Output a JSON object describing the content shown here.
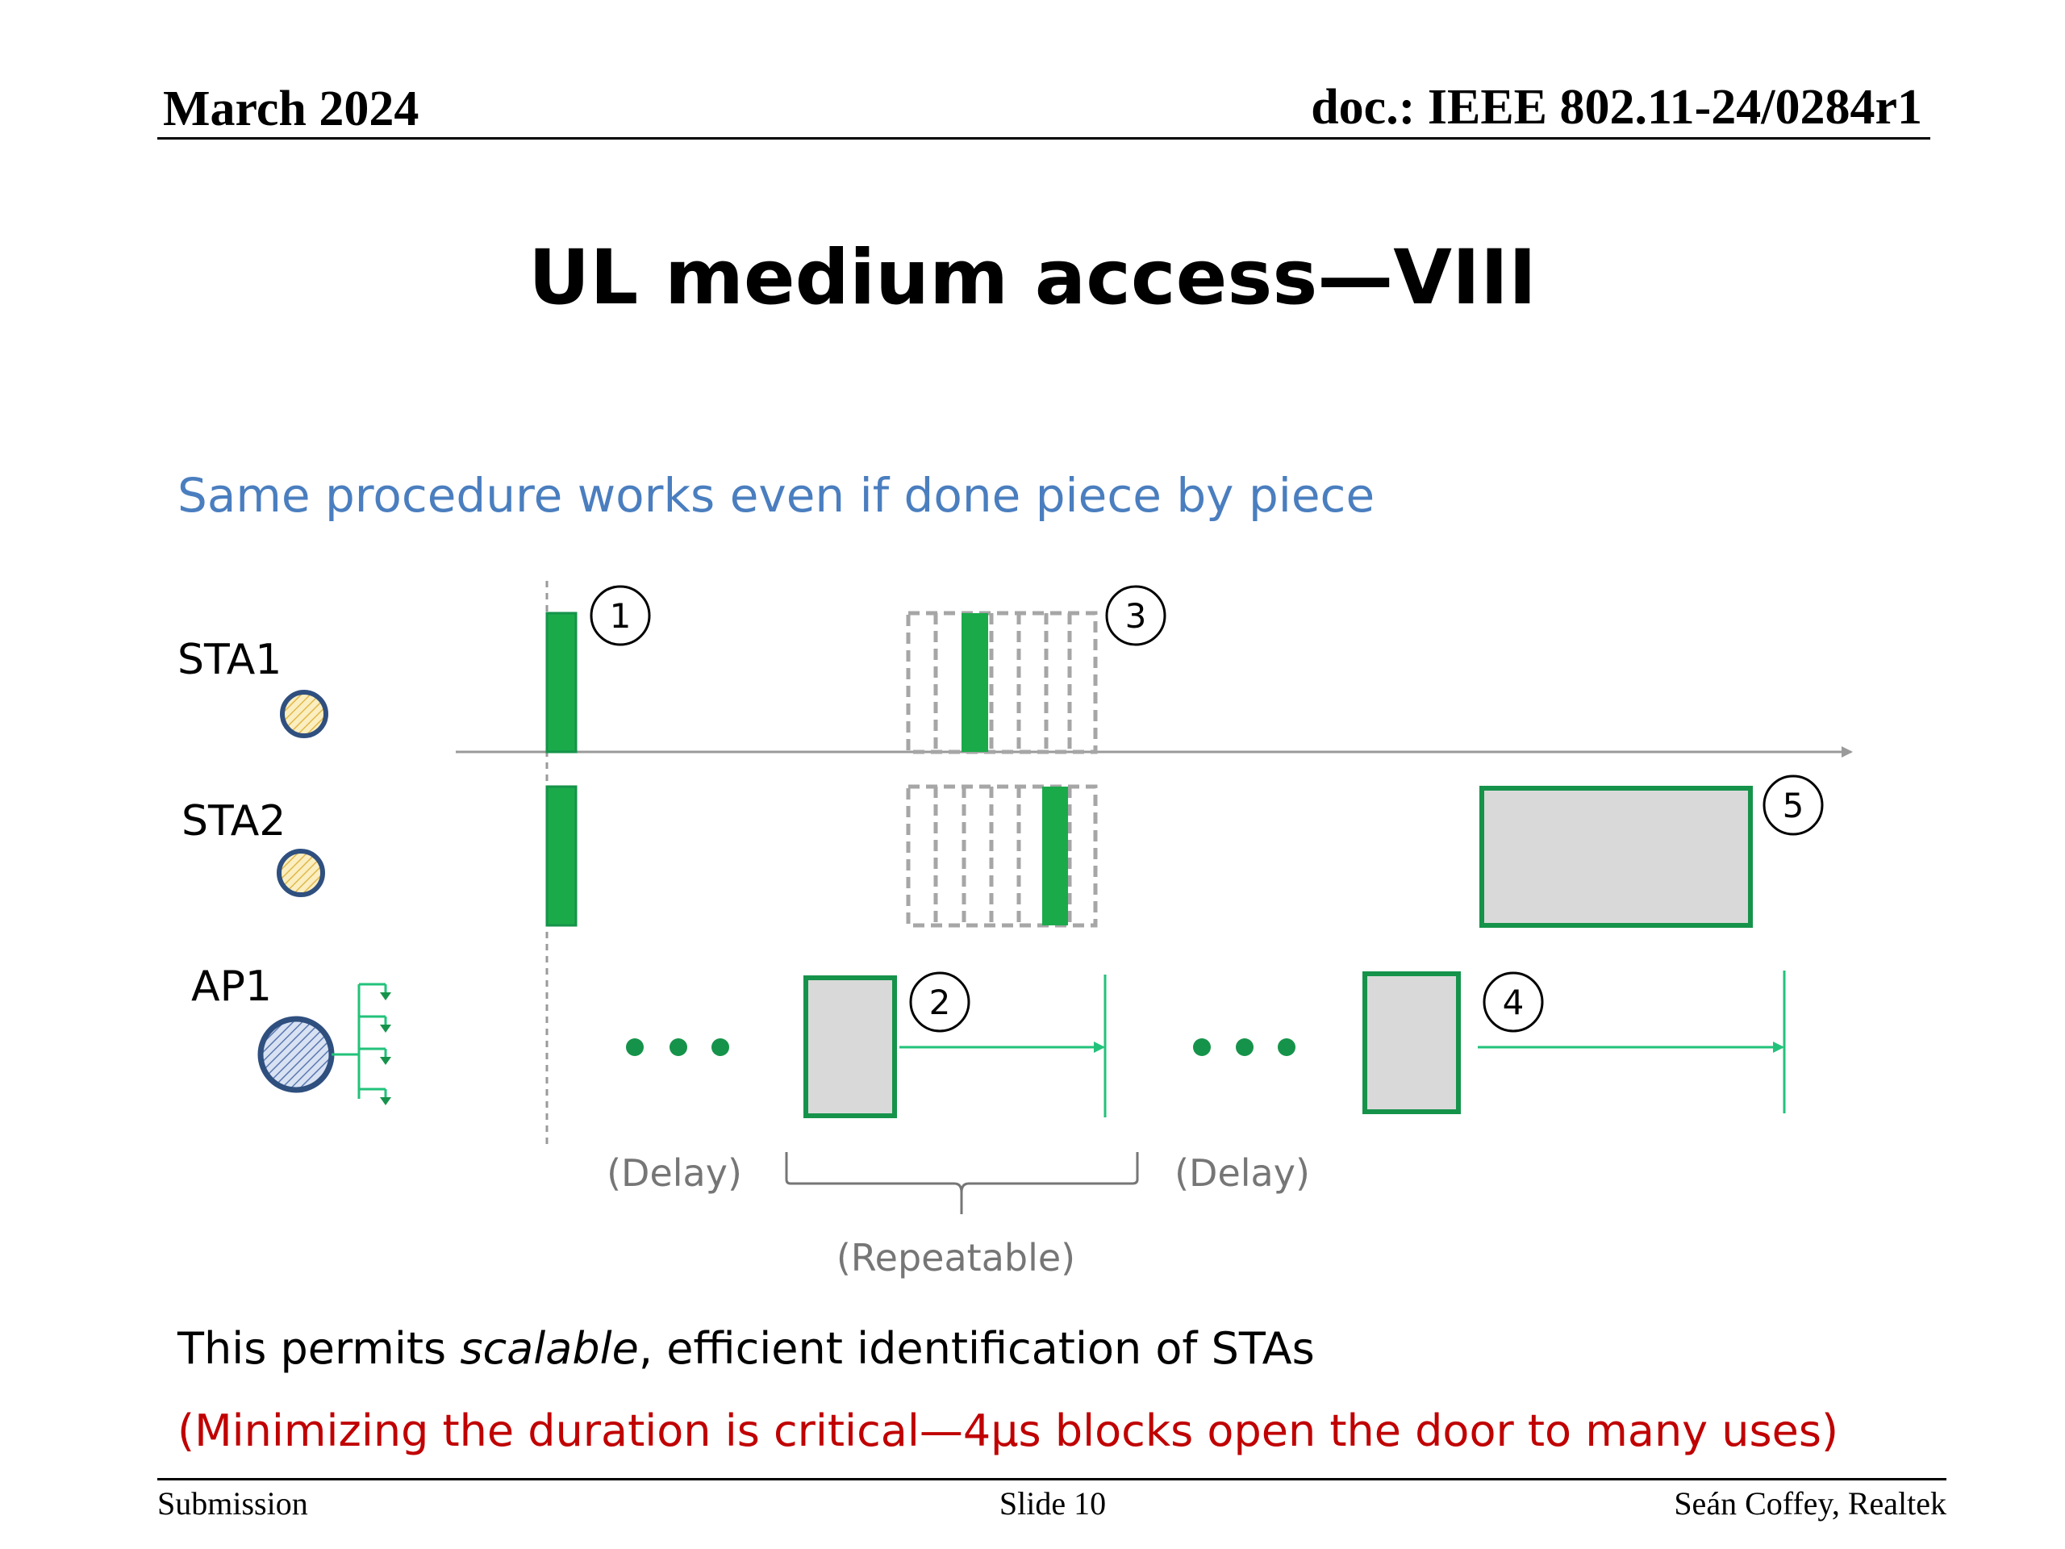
{
  "header": {
    "date": "March 2024",
    "doc_id": "doc.: IEEE 802.11-24/0284r1"
  },
  "title": "UL medium access—VIII",
  "subtitle": "Same procedure works even if done piece by piece",
  "diagram": {
    "rows": {
      "sta1": "STA1",
      "sta2": "STA2",
      "ap1": "AP1"
    },
    "steps": [
      "1",
      "2",
      "3",
      "4",
      "5"
    ],
    "delay_label": "(Delay)",
    "repeatable_label": "(Repeatable)",
    "colors": {
      "green_fill": "#1aaa4a",
      "green_stroke": "#16934a",
      "block_fill": "#d9d9d9",
      "arrow_green": "#22c27a",
      "dashed_gray": "#a6a6a6",
      "axis_gray": "#9a9a9a",
      "node_stroke": "#2f4f7f",
      "sta_fill": "#f5d77a",
      "ap_fill": "#8ea9db"
    }
  },
  "body": {
    "line1_pre": "This permits ",
    "line1_em": "scalable",
    "line1_post": ", efficient identification of STAs",
    "line2": "(Minimizing the duration is critical—4μs blocks open the door to many uses)"
  },
  "footer": {
    "left": "Submission",
    "center": "Slide 10",
    "right": "Seán Coffey, Realtek"
  }
}
